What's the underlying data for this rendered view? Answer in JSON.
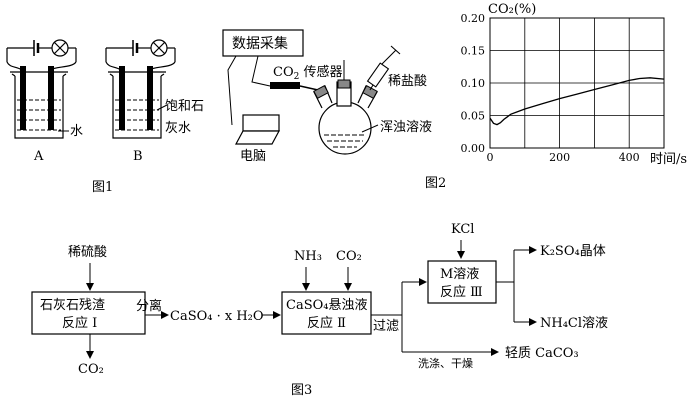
{
  "fig1": {
    "caption": "图1",
    "beaker_a": "A",
    "beaker_b": "B",
    "label_water": "水",
    "label_limewater_1": "饱和石",
    "label_limewater_2": "灰水"
  },
  "fig2_apparatus": {
    "data_box": "数据采集",
    "sensor_1": "CO",
    "sensor_sub": "2",
    "sensor_2": " 传感器",
    "acid": "稀盐酸",
    "liquid": "浑浊溶液",
    "computer": "电脑",
    "caption": "图2"
  },
  "chart_data": {
    "type": "line",
    "ylabel": "CO₂(%)",
    "xlabel": "时间/s",
    "ylim": [
      0,
      0.2
    ],
    "xlim": [
      0,
      500
    ],
    "y_ticks": [
      "0.00",
      "0.05",
      "0.10",
      "0.15",
      "0.20"
    ],
    "x_ticks": [
      "0",
      "200",
      "400"
    ],
    "grid": true,
    "series": [
      {
        "x": [
          0,
          10,
          20,
          30,
          40,
          50,
          60,
          80,
          100,
          150,
          200,
          250,
          300,
          350,
          400,
          430,
          460,
          500
        ],
        "y": [
          0.046,
          0.038,
          0.036,
          0.039,
          0.044,
          0.048,
          0.052,
          0.056,
          0.06,
          0.068,
          0.076,
          0.083,
          0.09,
          0.097,
          0.104,
          0.107,
          0.108,
          0.106
        ]
      }
    ]
  },
  "fig3": {
    "caption": "图3",
    "dilute_h2so4": "稀硫酸",
    "box1_line1": "石灰石残渣",
    "box1_line2": "反应 I",
    "co2_out": "CO₂",
    "separate": "分离",
    "product1": "CaSO₄ · x H₂O",
    "nh3": "NH₃",
    "co2_in": "CO₂",
    "box2_line1": "CaSO₄悬浊液",
    "box2_line2": "反应 Ⅱ",
    "filter": "过滤",
    "kcl": "KCl",
    "box3_line1": "M溶液",
    "box3_line2": "反应 Ⅲ",
    "k2so4": "K₂SO₄晶体",
    "nh4cl": "NH₄Cl溶液",
    "wash_dry": "洗涤、干燥",
    "light_caco3": "轻质 CaCO₃"
  }
}
